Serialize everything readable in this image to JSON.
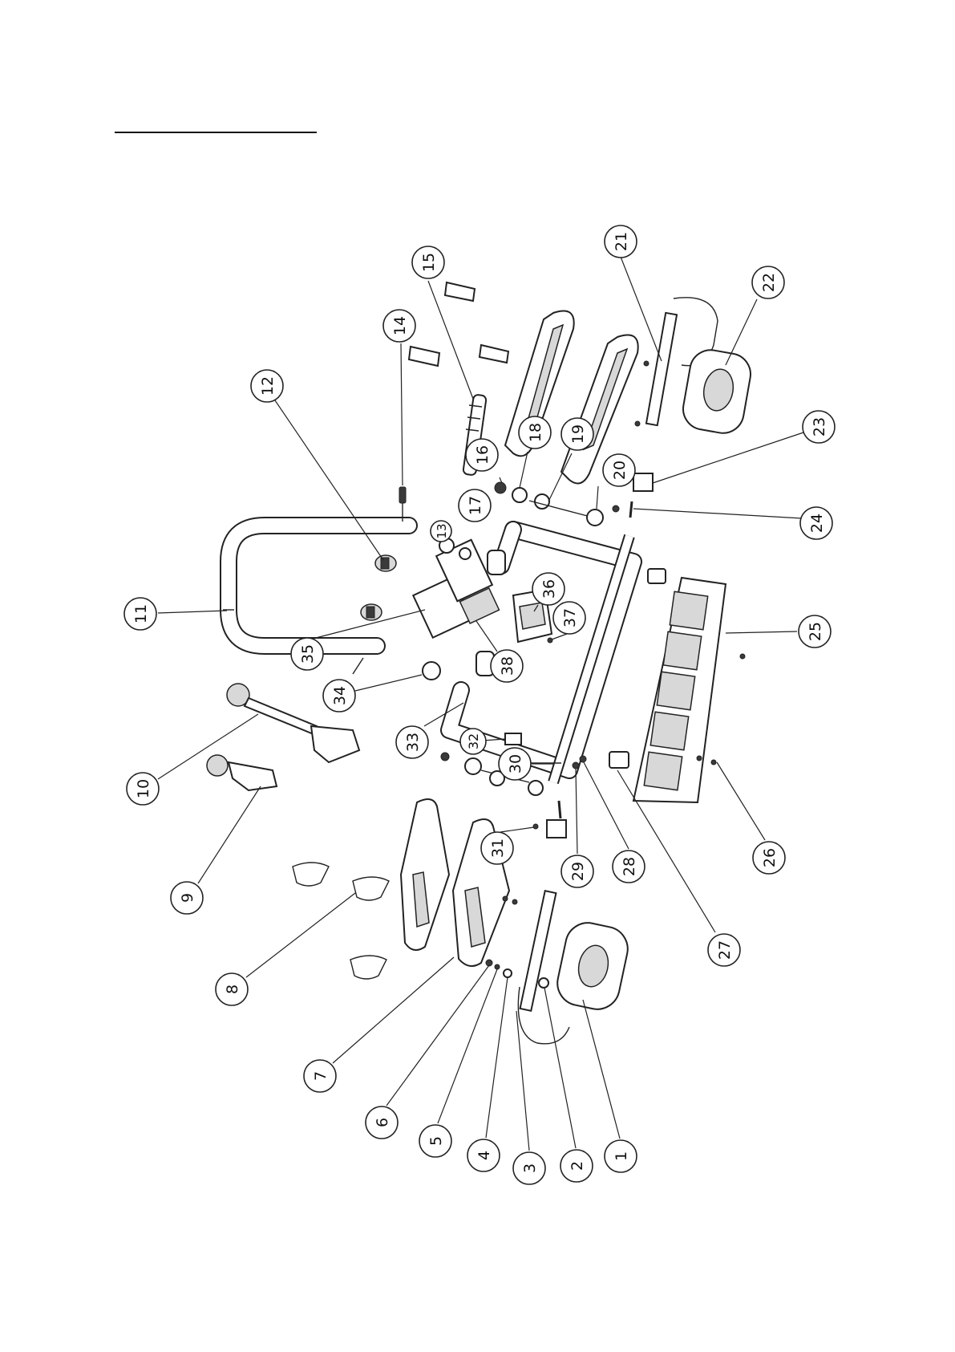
{
  "diagram": {
    "type": "exploded-parts-view",
    "callouts": [
      {
        "n": "1"
      },
      {
        "n": "2"
      },
      {
        "n": "3"
      },
      {
        "n": "4"
      },
      {
        "n": "5"
      },
      {
        "n": "6"
      },
      {
        "n": "7"
      },
      {
        "n": "8"
      },
      {
        "n": "9"
      },
      {
        "n": "10"
      },
      {
        "n": "11"
      },
      {
        "n": "12"
      },
      {
        "n": "13"
      },
      {
        "n": "14"
      },
      {
        "n": "15"
      },
      {
        "n": "16"
      },
      {
        "n": "17"
      },
      {
        "n": "18"
      },
      {
        "n": "19"
      },
      {
        "n": "20"
      },
      {
        "n": "21"
      },
      {
        "n": "22"
      },
      {
        "n": "23"
      },
      {
        "n": "24"
      },
      {
        "n": "25"
      },
      {
        "n": "26"
      },
      {
        "n": "27"
      },
      {
        "n": "28"
      },
      {
        "n": "29"
      },
      {
        "n": "30"
      },
      {
        "n": "31"
      },
      {
        "n": "32"
      },
      {
        "n": "33"
      },
      {
        "n": "34"
      },
      {
        "n": "35"
      },
      {
        "n": "36"
      },
      {
        "n": "37"
      },
      {
        "n": "38"
      }
    ]
  }
}
